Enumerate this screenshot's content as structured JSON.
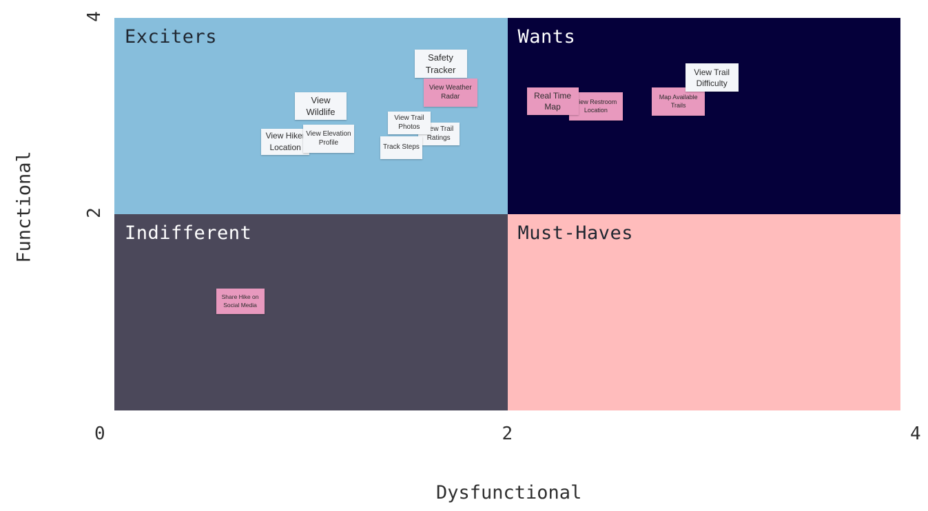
{
  "chart_data": {
    "type": "scatter",
    "xlabel": "Dysfunctional",
    "ylabel": "Functional",
    "xlim": [
      0,
      4
    ],
    "ylim": [
      0,
      4
    ],
    "x_ticks": [
      "0",
      "2",
      "4"
    ],
    "y_ticks": [
      "0",
      "2",
      "4"
    ],
    "grid": false,
    "quadrants": [
      {
        "label": "Exciters",
        "x_range": [
          0,
          2
        ],
        "y_range": [
          2,
          4
        ],
        "color": "#87bedc",
        "text_color": "#1f2630"
      },
      {
        "label": "Wants",
        "x_range": [
          2,
          4
        ],
        "y_range": [
          2,
          4
        ],
        "color": "#05003a",
        "text_color": "#ffffff"
      },
      {
        "label": "Indifferent",
        "x_range": [
          0,
          2
        ],
        "y_range": [
          0,
          2
        ],
        "color": "#4b485a",
        "text_color": "#ffffff"
      },
      {
        "label": "Must-Haves",
        "x_range": [
          2,
          4
        ],
        "y_range": [
          0,
          2
        ],
        "color": "#ffbcbc",
        "text_color": "#1f2630"
      }
    ],
    "notes": [
      {
        "label": "Safety Tracker",
        "lines": [
          "Safety",
          "Tracker"
        ],
        "x": 1.66,
        "y": 3.53,
        "color": "#f4f6f9"
      },
      {
        "label": "View Weather Radar",
        "lines": [
          "View Weather",
          "Radar"
        ],
        "x": 1.71,
        "y": 3.24,
        "color": "#e899be"
      },
      {
        "label": "View Wildlife",
        "lines": [
          "View",
          "Wildlife"
        ],
        "x": 1.05,
        "y": 3.1,
        "color": "#f4f6f9"
      },
      {
        "label": "View Trail Ratings",
        "lines": [
          "View Trail",
          "Ratings"
        ],
        "x": 1.65,
        "y": 2.82,
        "color": "#f4f6f9"
      },
      {
        "label": "View Trail Photos",
        "lines": [
          "View Trail",
          "Photos"
        ],
        "x": 1.5,
        "y": 2.93,
        "color": "#f4f6f9"
      },
      {
        "label": "View Hiker Location",
        "lines": [
          "View Hiker",
          "Location"
        ],
        "x": 0.87,
        "y": 2.74,
        "color": "#f4f6f9"
      },
      {
        "label": "View Elevation Profile",
        "lines": [
          "View Elevation",
          "Profile"
        ],
        "x": 1.09,
        "y": 2.77,
        "color": "#f4f6f9"
      },
      {
        "label": "Track Steps",
        "lines": [
          "Track Steps"
        ],
        "x": 1.46,
        "y": 2.68,
        "color": "#f4f6f9"
      },
      {
        "label": "View Restroom Location",
        "lines": [
          "View Restroom",
          "Location"
        ],
        "x": 2.45,
        "y": 3.1,
        "color": "#e899be"
      },
      {
        "label": "Real Time Map",
        "lines": [
          "Real Time",
          "Map"
        ],
        "x": 2.23,
        "y": 3.15,
        "color": "#e899be"
      },
      {
        "label": "Map Available Trails",
        "lines": [
          "Map Available",
          "Trails"
        ],
        "x": 2.87,
        "y": 3.15,
        "color": "#e899be"
      },
      {
        "label": "View Trail Difficulty",
        "lines": [
          "View Trail",
          "Difficulty"
        ],
        "x": 3.04,
        "y": 3.39,
        "color": "#f4f6f9"
      },
      {
        "label": "Share Hike on Social Media",
        "lines": [
          "Share Hike on",
          "Social Media"
        ],
        "x": 0.64,
        "y": 1.11,
        "color": "#e899be"
      }
    ]
  }
}
